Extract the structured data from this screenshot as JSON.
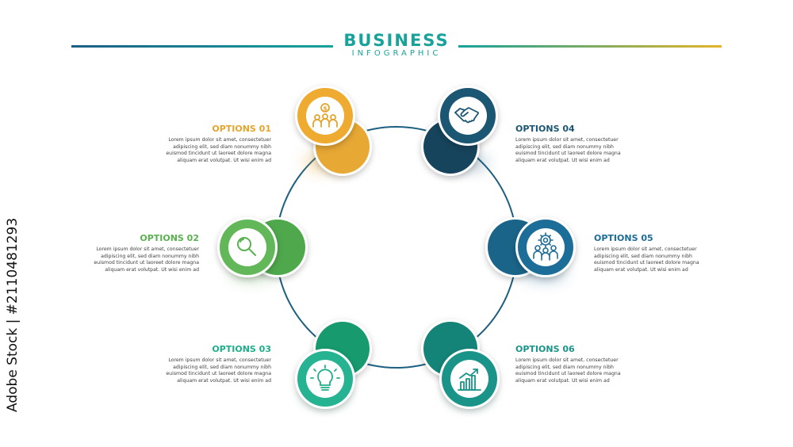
{
  "header": {
    "title": "BUSINESS",
    "subtitle": "INFOGRAPHIC"
  },
  "colors": {
    "ring": "#1d5f80",
    "title": "#17a29a",
    "option_01": "#e3a52d",
    "option_02": "#5ab150",
    "option_03": "#1eae8a",
    "option_04": "#1b5672",
    "option_05": "#1c6d98",
    "option_06": "#1a9488"
  },
  "options": [
    {
      "title": "OPTIONS 01",
      "body": "Lorem ipsum dolor sit amet, consectetuer adipiscing elit, sed diam nonummy nibh euismod tincidunt ut laoreet dolore magna aliquam erat volutpat. Ut wisi enim ad",
      "icon": "team-money-icon"
    },
    {
      "title": "OPTIONS 02",
      "body": "Lorem ipsum dolor sit amet, consectetuer adipiscing elit, sed diam nonummy nibh euismod tincidunt ut laoreet dolore magna aliquam erat volutpat. Ut wisi enim ad",
      "icon": "magnifier-icon"
    },
    {
      "title": "OPTIONS 03",
      "body": "Lorem ipsum dolor sit amet, consectetuer adipiscing elit, sed diam nonummy nibh euismod tincidunt ut laoreet dolore magna aliquam erat volutpat. Ut wisi enim ad",
      "icon": "lightbulb-icon"
    },
    {
      "title": "OPTIONS 04",
      "body": "Lorem ipsum dolor sit amet, consectetuer adipiscing elit, sed diam nonummy nibh euismod tincidunt ut laoreet dolore magna aliquam erat volutpat. Ut wisi enim ad",
      "icon": "handshake-icon"
    },
    {
      "title": "OPTIONS 05",
      "body": "Lorem ipsum dolor sit amet, consectetuer adipiscing elit, sed diam nonummy nibh euismod tincidunt ut laoreet dolore magna aliquam erat volutpat. Ut wisi enim ad",
      "icon": "team-gear-icon"
    },
    {
      "title": "OPTIONS 06",
      "body": "Lorem ipsum dolor sit amet, consectetuer adipiscing elit, sed diam nonummy nibh euismod tincidunt ut laoreet dolore magna aliquam erat volutpat. Ut wisi enim ad",
      "icon": "growth-chart-icon"
    }
  ],
  "stock_id": "Adobe Stock | #2110481293"
}
